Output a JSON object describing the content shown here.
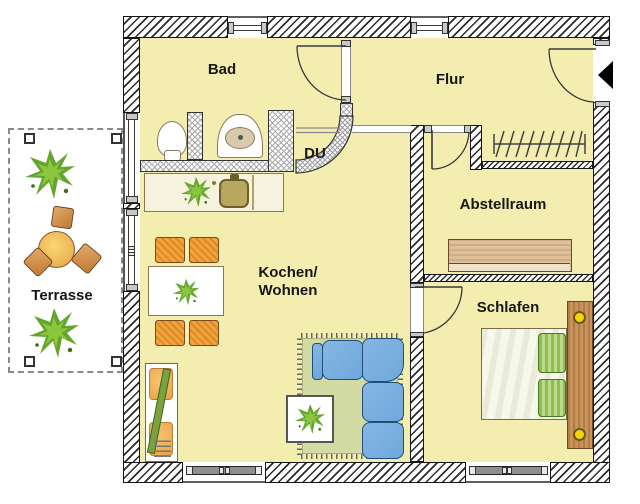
{
  "plan": {
    "type": "apartment-floor-plan",
    "labels": {
      "bad": "Bad",
      "flur": "Flur",
      "du": "DU",
      "abstellraum": "Abstellraum",
      "kochen_line1": "Kochen/",
      "kochen_line2": "Wohnen",
      "schlafen": "Schlafen",
      "terrasse": "Terrasse"
    },
    "furniture_icons": [
      "toilet",
      "washbasin",
      "shower",
      "kitchen-counter",
      "kitchen-sink",
      "dining-table",
      "chairs",
      "sideboard",
      "rug",
      "corner-sofa",
      "coffee-table",
      "wardrobe",
      "double-bed",
      "bedside-lamps",
      "coat-rack",
      "terrace-table",
      "terrace-stools",
      "plants",
      "entrance-arrow"
    ]
  },
  "colors": {
    "floor": "#F3EDB0",
    "wall_hatch": "#2b2b2b",
    "light_wall": "#a8a8a8",
    "outline": "#141414",
    "sofa_fill": "#6FA8DC",
    "sofa_line": "#1F4E79",
    "rug": "#D3DBA5",
    "chair_orange": "#F2A33C",
    "wood": "#C9935A",
    "plant_green": "#64A52E",
    "plant_light": "#8CC63F",
    "lamp_yellow": "#F4D70A",
    "glass_gray": "#8F8F8F",
    "arrow_black": "#000000",
    "label_color": "#171717"
  }
}
